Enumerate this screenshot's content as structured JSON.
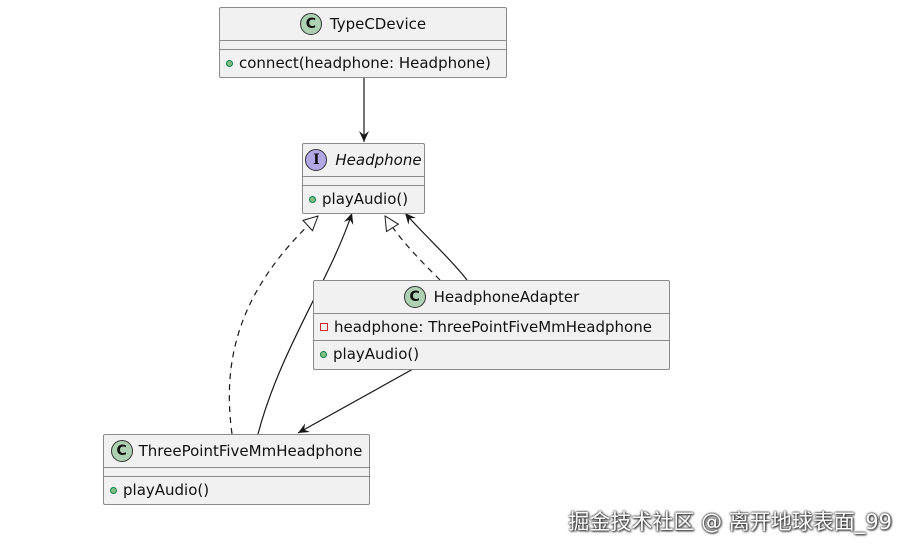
{
  "classes": {
    "typec": {
      "stereotype_icon": "C",
      "name": "TypeCDevice",
      "methods": [
        "connect(headphone: Headphone)"
      ]
    },
    "headphone": {
      "stereotype_icon": "I",
      "name": "Headphone",
      "methods": [
        "playAudio()"
      ]
    },
    "adapter": {
      "stereotype_icon": "C",
      "name": "HeadphoneAdapter",
      "fields": [
        "headphone: ThreePointFiveMmHeadphone"
      ],
      "methods": [
        "playAudio()"
      ]
    },
    "threepoint": {
      "stereotype_icon": "C",
      "name": "ThreePointFiveMmHeadphone",
      "methods": [
        "playAudio()"
      ]
    }
  },
  "relations": [
    {
      "from": "TypeCDevice",
      "to": "Headphone",
      "type": "association"
    },
    {
      "from": "HeadphoneAdapter",
      "to": "Headphone",
      "type": "realization"
    },
    {
      "from": "HeadphoneAdapter",
      "to": "Headphone",
      "type": "association"
    },
    {
      "from": "ThreePointFiveMmHeadphone",
      "to": "Headphone",
      "type": "realization"
    },
    {
      "from": "ThreePointFiveMmHeadphone",
      "to": "Headphone",
      "type": "association"
    },
    {
      "from": "HeadphoneAdapter",
      "to": "ThreePointFiveMmHeadphone",
      "type": "association"
    }
  ],
  "colors": {
    "class_fill": "#f1f1f1",
    "class_badge": "#add1b2",
    "interface_badge": "#b4a7e5",
    "line": "#181818"
  },
  "watermark": "掘金技术社区 @ 离开地球表面_99"
}
